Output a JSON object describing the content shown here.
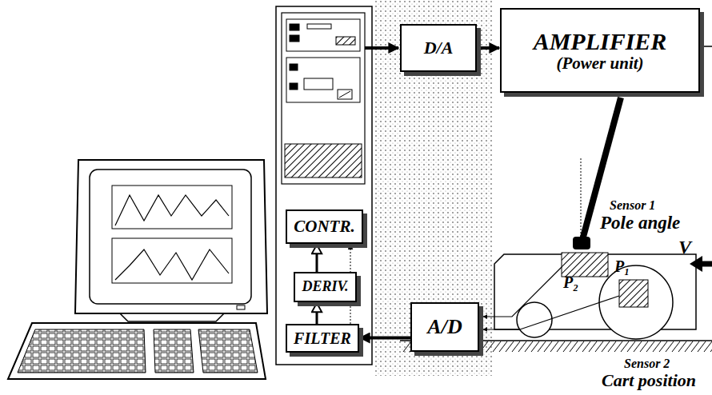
{
  "diagram": {
    "nodes": [
      {
        "text": [
          "D/A"
        ]
      },
      {
        "text": [
          "AMPLIFIER",
          "(Power unit)"
        ]
      },
      {
        "text": [
          "CONTR."
        ]
      },
      {
        "text": [
          "DERIV."
        ]
      },
      {
        "text": [
          "FILTER"
        ]
      },
      {
        "text": [
          "A/D"
        ]
      }
    ],
    "edges": [
      {
        "from": 0,
        "to": 1,
        "arrow": "to"
      },
      {
        "from": 5,
        "to": 4,
        "arrow": "to"
      },
      {
        "from": 4,
        "to": 3,
        "arrow": "to"
      },
      {
        "from": 3,
        "to": 2,
        "arrow": "to"
      },
      {
        "from": 4,
        "to": 2,
        "arrow": "to"
      }
    ],
    "labels": [
      "Sensor 1",
      "Pole angle",
      "P₁",
      "V",
      "P₂",
      "Sensor 2",
      "Cart position"
    ]
  }
}
